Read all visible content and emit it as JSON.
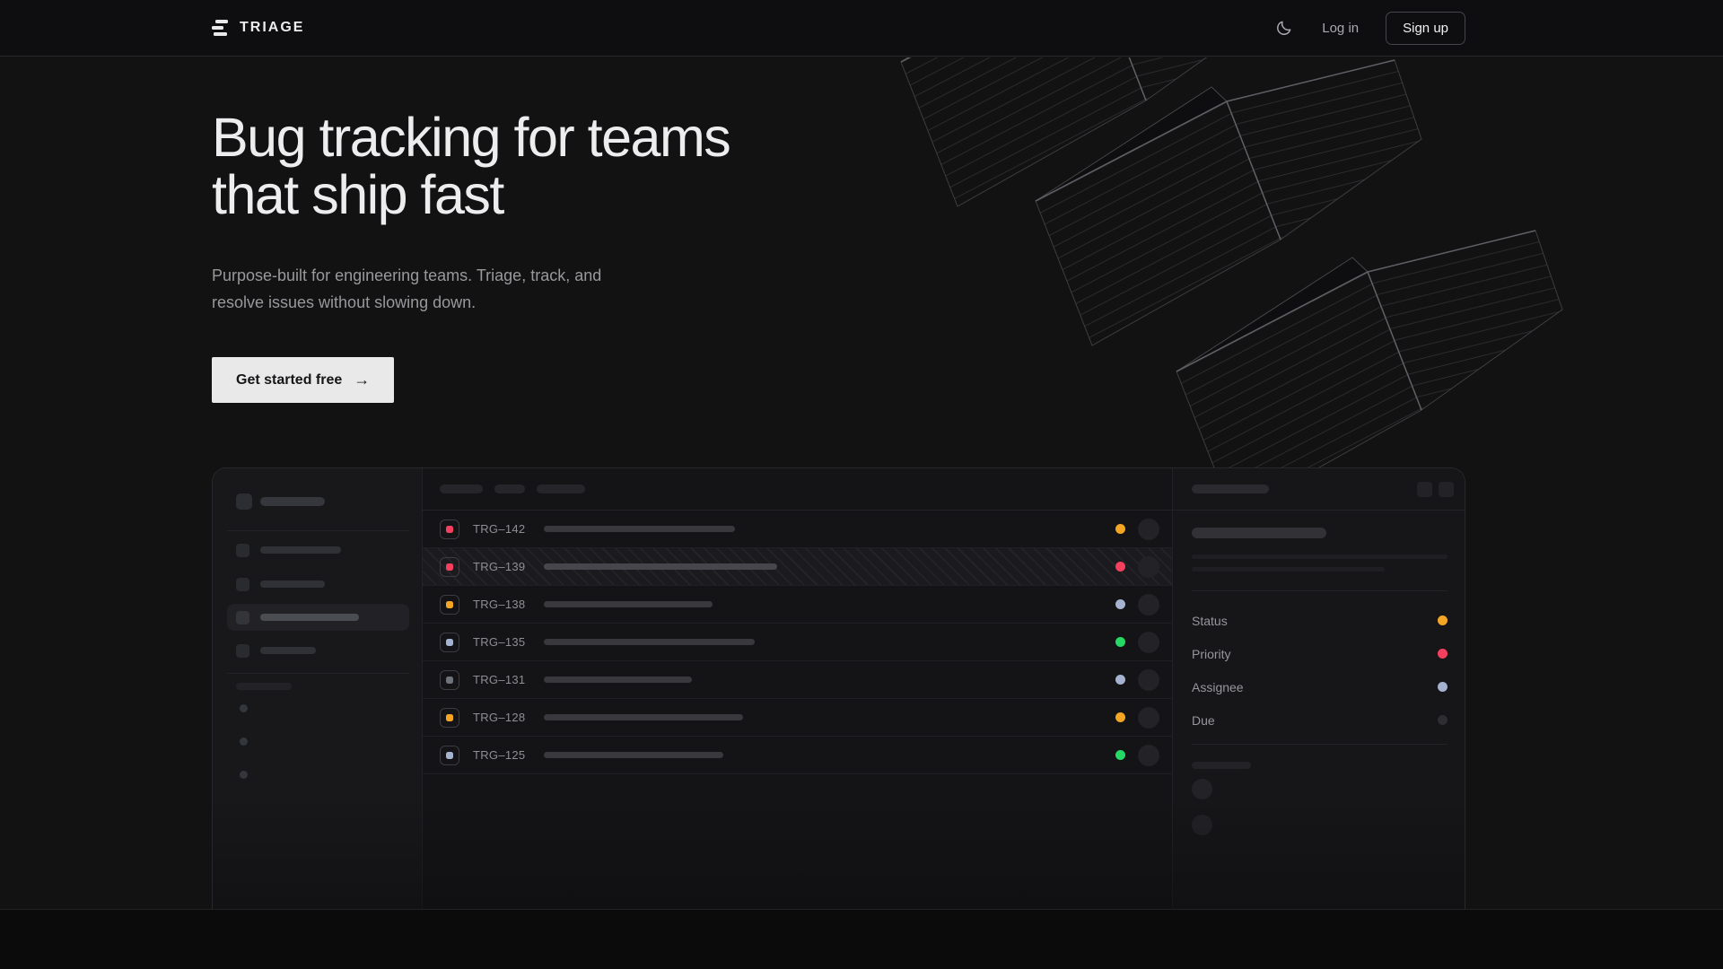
{
  "colors": {
    "amber": "#f5a524",
    "pink": "#f43f5e",
    "lavender": "#a5b3d1",
    "green": "#24d964",
    "gray": "#6f737c",
    "muted": "#2e2e32"
  },
  "nav": {
    "brand": "TRIAGE",
    "theme_icon": "moon-icon",
    "login_label": "Log in",
    "signup_label": "Sign up"
  },
  "hero": {
    "title_line1": "Bug tracking for teams",
    "title_line2": "that ship fast",
    "subtitle": "Purpose-built for engineering teams. Triage, track, and resolve issues without slowing down.",
    "cta_label": "Get started free",
    "cta_arrow": "→"
  },
  "mockup": {
    "issues": [
      {
        "id": "TRG–142",
        "icon": "pink",
        "dot": "amber",
        "title_w": 213,
        "selected": false
      },
      {
        "id": "TRG–139",
        "icon": "pink",
        "dot": "pink",
        "title_w": 260,
        "selected": true
      },
      {
        "id": "TRG–138",
        "icon": "amber",
        "dot": "lavender",
        "title_w": 188,
        "selected": false
      },
      {
        "id": "TRG–135",
        "icon": "lavender",
        "dot": "green",
        "title_w": 235,
        "selected": false
      },
      {
        "id": "TRG–131",
        "icon": "gray",
        "dot": "lavender",
        "title_w": 165,
        "selected": false
      },
      {
        "id": "TRG–128",
        "icon": "amber",
        "dot": "amber",
        "title_w": 222,
        "selected": false
      },
      {
        "id": "TRG–125",
        "icon": "lavender",
        "dot": "green",
        "title_w": 200,
        "selected": false
      }
    ],
    "detail_fields": [
      {
        "label": "Status",
        "dot": "amber"
      },
      {
        "label": "Priority",
        "dot": "pink"
      },
      {
        "label": "Assignee",
        "dot": "lavender"
      },
      {
        "label": "Due",
        "dot": "muted"
      }
    ]
  }
}
